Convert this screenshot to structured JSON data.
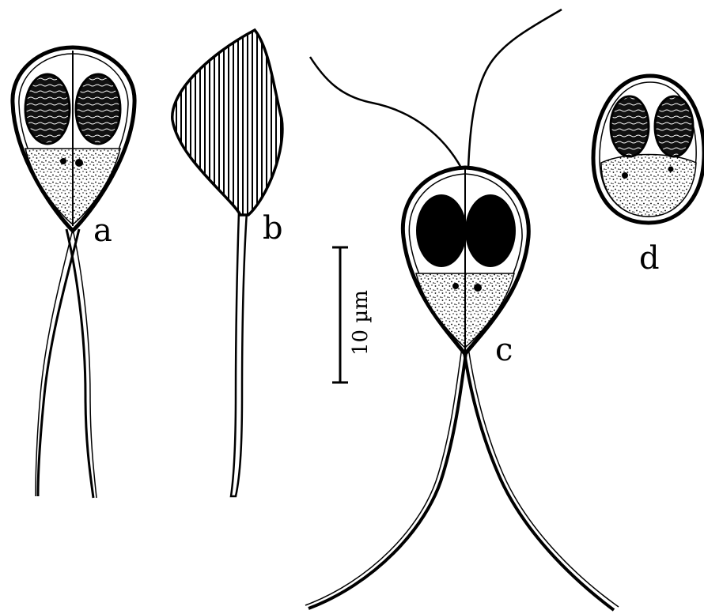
{
  "figure": {
    "panels": [
      {
        "id": "a",
        "label": "a"
      },
      {
        "id": "b",
        "label": "b"
      },
      {
        "id": "c",
        "label": "c"
      },
      {
        "id": "d",
        "label": "d"
      }
    ],
    "scale_bar": {
      "label": "10 µm"
    }
  }
}
